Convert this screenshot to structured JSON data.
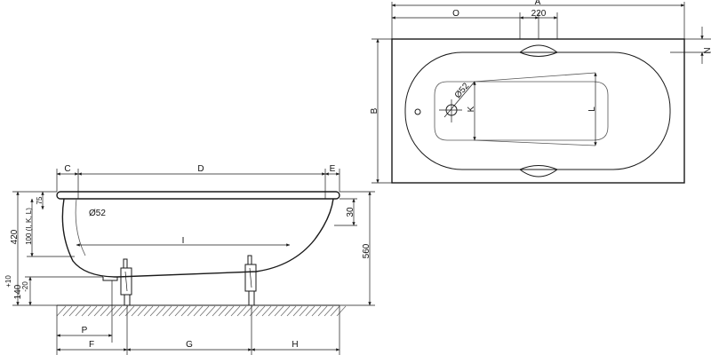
{
  "top_view": {
    "labels": {
      "A": "A",
      "O": "O",
      "width_220": "220",
      "N": "N",
      "B": "B",
      "diameter": "Ø52",
      "K": "K",
      "L": "L"
    }
  },
  "side_view": {
    "labels": {
      "C": "C",
      "D": "D",
      "E": "E",
      "h75": "75",
      "h420": "420",
      "h100": "100 (I, K, L)",
      "diameter": "Ø52",
      "I": "I",
      "h30": "30",
      "h560": "560",
      "tol": "+10",
      "h140": "140",
      "tol_minus": "-20",
      "F": "F",
      "P": "P",
      "G": "G",
      "H": "H"
    }
  },
  "colors": {
    "line": "#1a1a1a",
    "hatch": "#6e6e6e",
    "background": "#ffffff"
  }
}
